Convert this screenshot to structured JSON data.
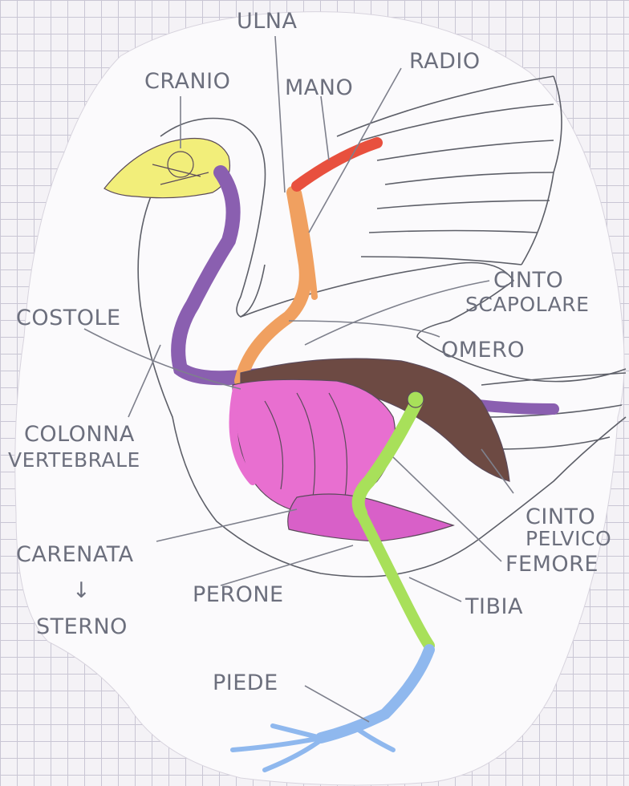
{
  "labels": {
    "cranio": "CRANIO",
    "ulna": "ULNA",
    "radio": "RADIO",
    "mano": "MANO",
    "cinto_scapolare_1": "CINTO",
    "cinto_scapolare_2": "SCAPOLARE",
    "omero": "OMERO",
    "costole": "COSTOLE",
    "colonna_1": "COLONNA",
    "colonna_2": "VERTEBRALE",
    "carenata": "CARENATA",
    "arrow": "↓",
    "sterno": "STERNO",
    "perone": "PERONE",
    "tibia": "TIBIA",
    "femore": "FEMORE",
    "cinto_pelvico_1": "CINTO",
    "cinto_pelvico_2": "PELVICO",
    "piede": "PIEDE"
  },
  "colors": {
    "cranio": "#f2ee7a",
    "colonna": "#8a5fb0",
    "omero": "#f0a060",
    "mano": "#e8503e",
    "cinto_scapolare": "#6d4a43",
    "costole": "#e86fd0",
    "sterno": "#d860c8",
    "zampa": "#a8e05a",
    "piede": "#8fb8ee",
    "paper": "#fbfafc"
  }
}
